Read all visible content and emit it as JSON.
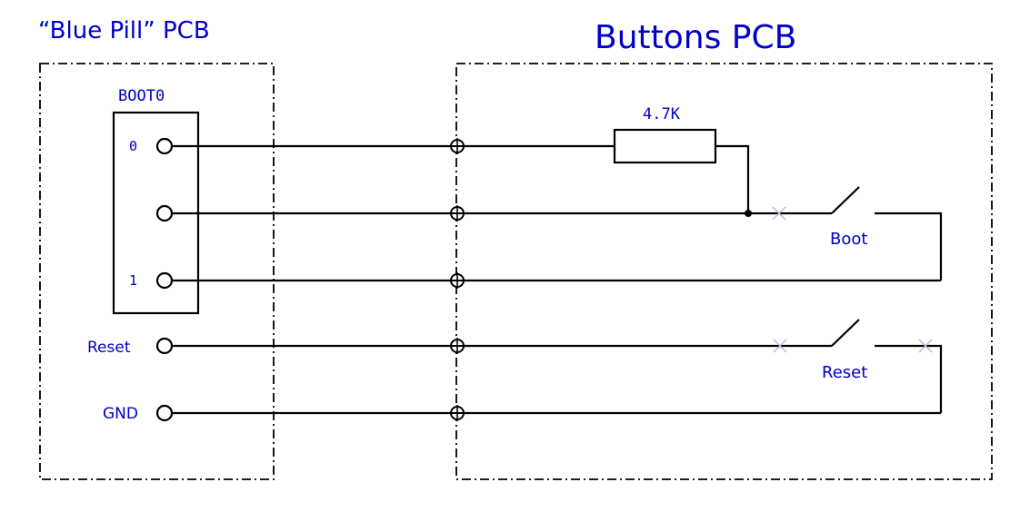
{
  "titles": {
    "blue_pill": "“Blue Pill” PCB",
    "buttons": "Buttons PCB"
  },
  "header": {
    "label": "BOOT0"
  },
  "pins": {
    "pin0": "0",
    "pin1": "1",
    "reset": "Reset",
    "gnd": "GND"
  },
  "components": {
    "resistor": "4.7K",
    "boot_switch": "Boot",
    "reset_switch": "Reset"
  },
  "colors": {
    "label_blue": "#0000c8",
    "wire": "#000000"
  }
}
